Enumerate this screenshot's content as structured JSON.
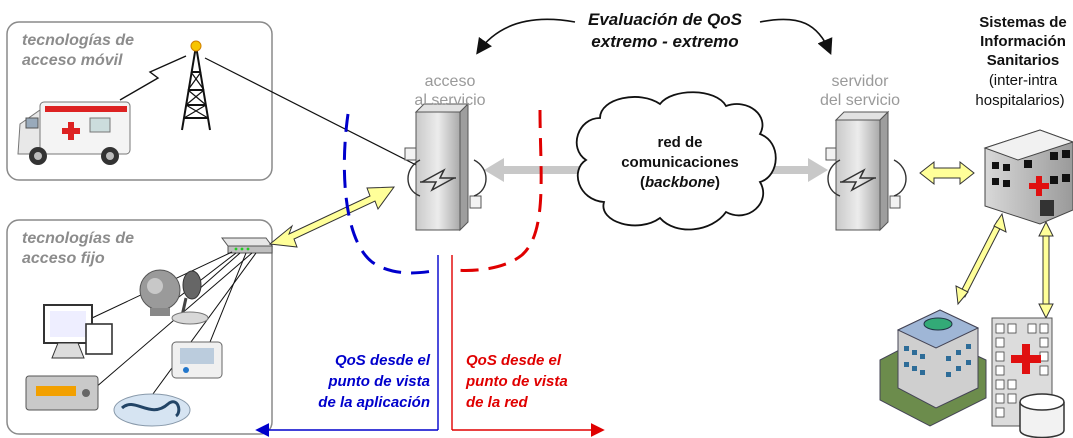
{
  "header": {
    "title_line1": "Evaluación de QoS",
    "title_line2": "extremo - extremo"
  },
  "mobile_box": {
    "title_line1": "tecnologías de",
    "title_line2": "acceso móvil"
  },
  "fixed_box": {
    "title_line1": "tecnologías de",
    "title_line2": "acceso fijo"
  },
  "access_node": {
    "label_line1": "acceso",
    "label_line2": "al servicio"
  },
  "server_node": {
    "label_line1": "servidor",
    "label_line2": "del servicio"
  },
  "cloud": {
    "line1": "red de",
    "line2": "comunicaciones",
    "line3": "backbone"
  },
  "his": {
    "line1": "Sistemas de",
    "line2": "Información",
    "line3": "Sanitarios",
    "line4": "(inter-intra",
    "line5": "hospitalarios)"
  },
  "qos_app": {
    "line1": "QoS desde el",
    "line2": "punto de vista",
    "line3": "de la aplicación",
    "color": "#0000cc"
  },
  "qos_net": {
    "line1": "QoS desde el",
    "line2": "punto de vista",
    "line3": "de la red",
    "color": "#e00000"
  },
  "colors": {
    "box_border": "#8a8a8a",
    "yellow_arrow": "#ffff99",
    "grey_arrow": "#c8c8c8"
  }
}
